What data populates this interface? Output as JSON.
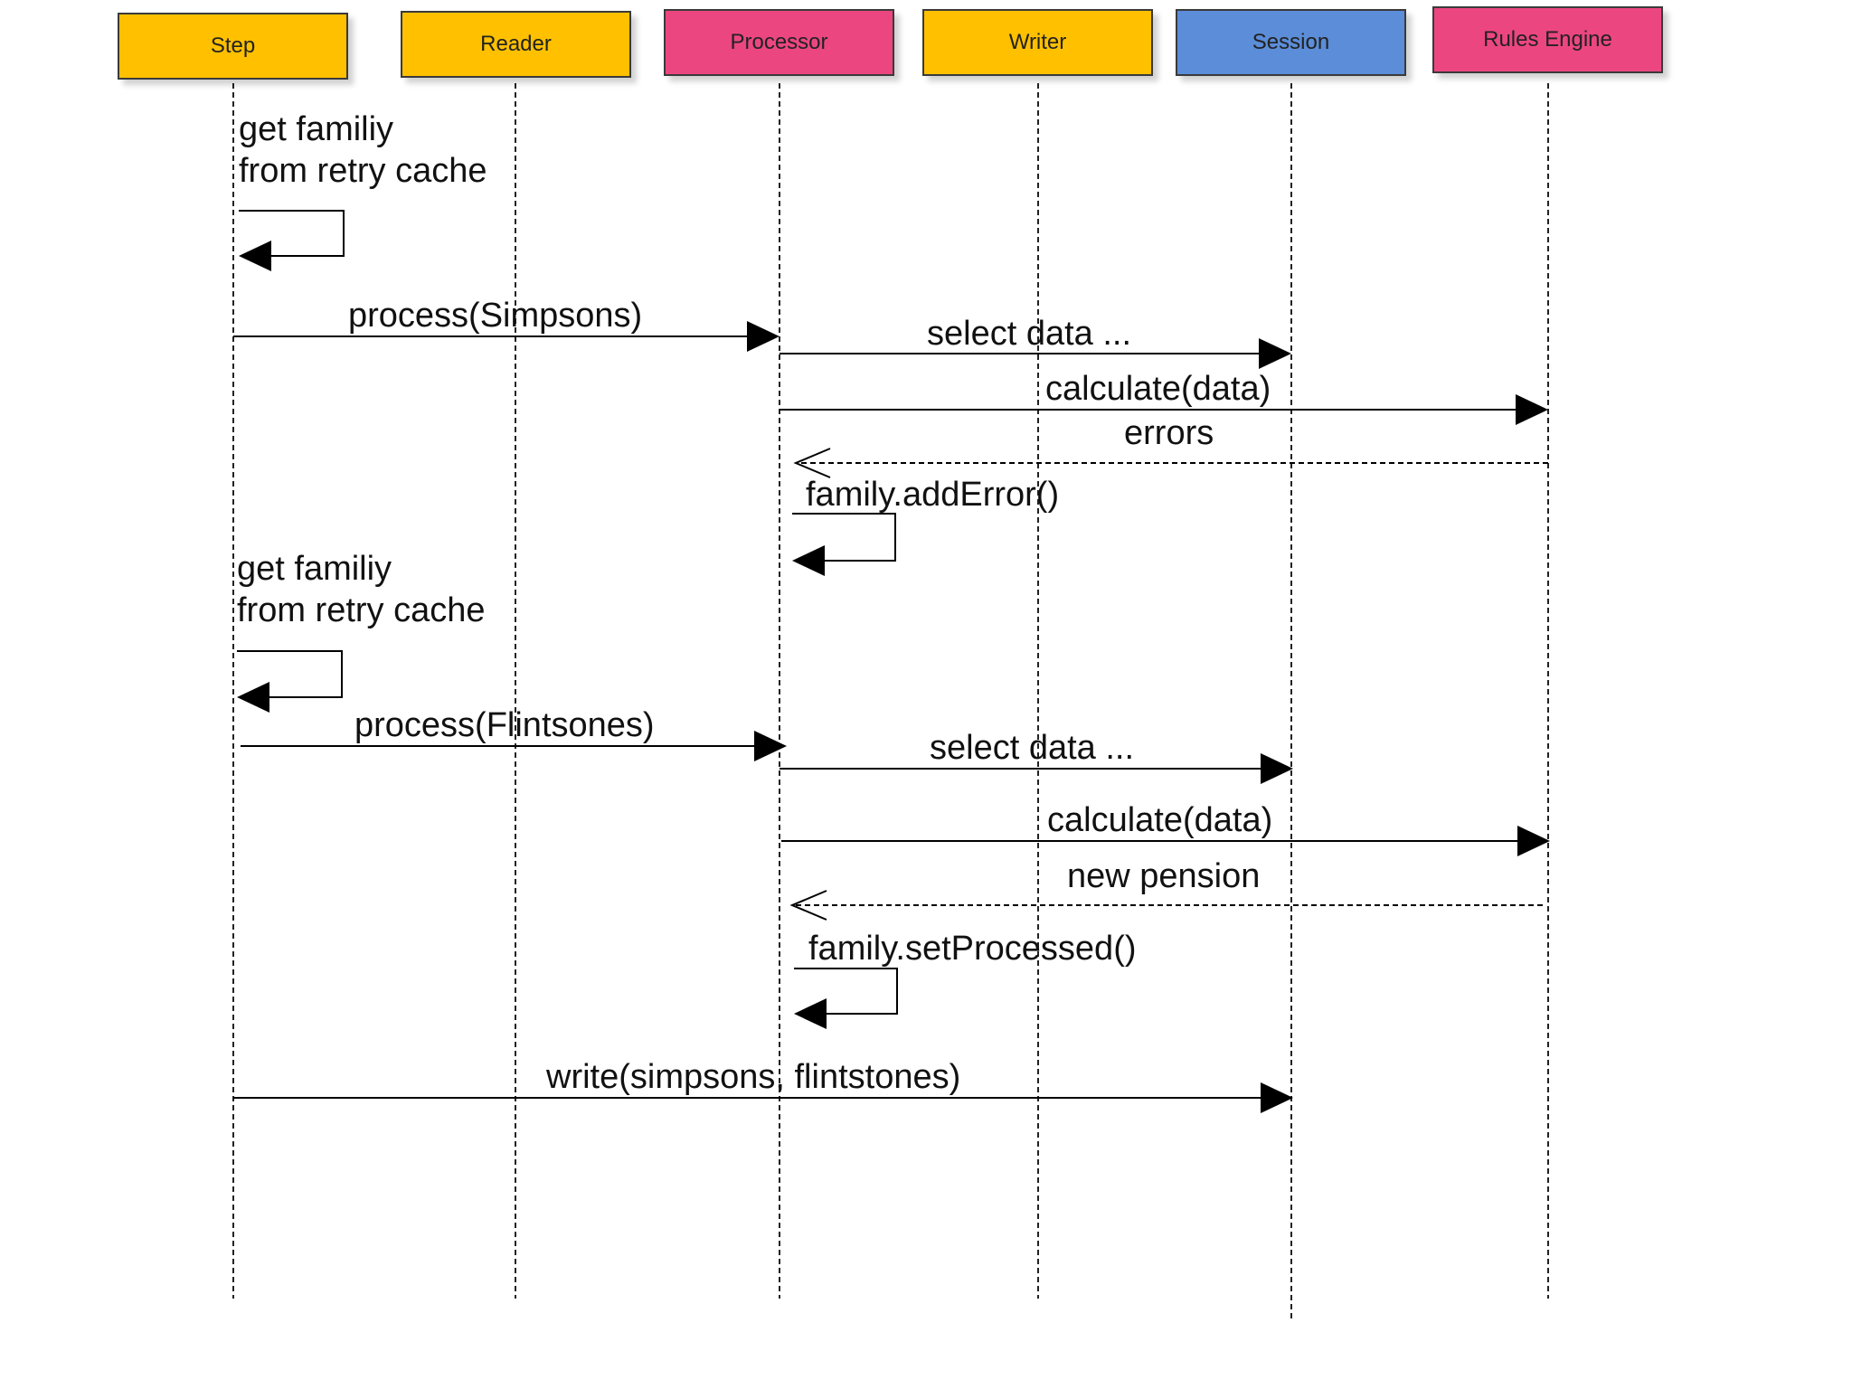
{
  "diagram": {
    "actors": [
      {
        "id": "step",
        "label": "Step",
        "color": "#FFC000"
      },
      {
        "id": "reader",
        "label": "Reader",
        "color": "#FFC000"
      },
      {
        "id": "processor",
        "label": "Processor",
        "color": "#EC4680"
      },
      {
        "id": "writer",
        "label": "Writer",
        "color": "#FFC000"
      },
      {
        "id": "session",
        "label": "Session",
        "color": "#5B8DD8"
      },
      {
        "id": "rules_engine",
        "label": "Rules Engine",
        "color": "#EC4680"
      }
    ],
    "messages": [
      {
        "label": "get familiy\nfrom retry cache",
        "from": "step",
        "to": "step",
        "kind": "self"
      },
      {
        "label": "process(Simpsons)",
        "from": "step",
        "to": "processor",
        "kind": "call"
      },
      {
        "label": "select data ...",
        "from": "processor",
        "to": "session",
        "kind": "call"
      },
      {
        "label": "calculate(data)",
        "from": "processor",
        "to": "rules_engine",
        "kind": "call"
      },
      {
        "label": "errors",
        "from": "rules_engine",
        "to": "processor",
        "kind": "return"
      },
      {
        "label": "family.addError()",
        "from": "processor",
        "to": "processor",
        "kind": "self"
      },
      {
        "label": "get familiy\nfrom retry cache",
        "from": "step",
        "to": "step",
        "kind": "self"
      },
      {
        "label": "process(Flintsones)",
        "from": "step",
        "to": "processor",
        "kind": "call"
      },
      {
        "label": "select data ...",
        "from": "processor",
        "to": "session",
        "kind": "call"
      },
      {
        "label": "calculate(data)",
        "from": "processor",
        "to": "rules_engine",
        "kind": "call"
      },
      {
        "label": "new pension",
        "from": "rules_engine",
        "to": "processor",
        "kind": "return"
      },
      {
        "label": "family.setProcessed()",
        "from": "processor",
        "to": "processor",
        "kind": "self"
      },
      {
        "label": "write(simpsons, flintstones)",
        "from": "step",
        "to": "session",
        "kind": "call"
      }
    ]
  }
}
